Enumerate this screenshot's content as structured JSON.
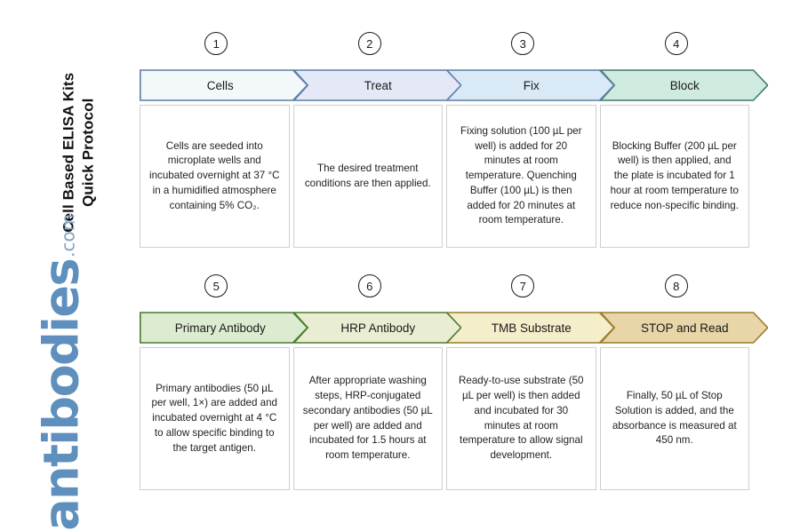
{
  "title": {
    "line1": "Cell Based ELISA Kits",
    "line2": "Quick Protocol"
  },
  "logo": {
    "brand": "antibodies",
    "tld": ".com",
    "color": "#5e8fbd"
  },
  "rows": [
    {
      "id": "row1",
      "steps": [
        {
          "number": "1",
          "label": "Cells",
          "body": "Cells are seeded into microplate wells and incubated overnight at 37 °C in a humidified atmosphere containing 5% CO₂.",
          "fill": "#f3f8fb",
          "stroke": "#5b7fa6"
        },
        {
          "number": "2",
          "label": "Treat",
          "body": "The desired treatment conditions are then applied.",
          "fill": "#e4e8f7",
          "stroke": "#5b7fa6"
        },
        {
          "number": "3",
          "label": "Fix",
          "body": "Fixing solution (100 µL per well) is added for 20 minutes at room temperature. Quenching Buffer (100 µL) is then added for 20 minutes at room temperature.",
          "fill": "#d9eaf6",
          "stroke": "#5b7fa6"
        },
        {
          "number": "4",
          "label": "Block",
          "body": "Blocking Buffer (200 µL per well) is then applied, and the plate is incubated for 1 hour at room temperature to reduce non-specific binding.",
          "fill": "#cfeade",
          "stroke": "#3d7a6c"
        }
      ]
    },
    {
      "id": "row2",
      "steps": [
        {
          "number": "5",
          "label": "Primary Antibody",
          "body": "Primary antibodies (50 µL per well, 1×) are added and incubated overnight at 4 °C to allow specific binding to the target antigen.",
          "fill": "#dcecd0",
          "stroke": "#4a7c2f"
        },
        {
          "number": "6",
          "label": "HRP Antibody",
          "body": "After appropriate washing steps, HRP-conjugated secondary antibodies (50 µL per well) are added and incubated for 1.5 hours at room temperature.",
          "fill": "#e9eed2",
          "stroke": "#4a7c2f"
        },
        {
          "number": "7",
          "label": "TMB Substrate",
          "body": "Ready-to-use substrate (50 µL per well) is then added and incubated for 30 minutes at room temperature to allow signal development.",
          "fill": "#f5eecb",
          "stroke": "#9a7c2e"
        },
        {
          "number": "8",
          "label": "STOP and Read",
          "body": "Finally, 50 µL of Stop Solution is added, and the absorbance is measured at 450 nm.",
          "fill": "#e8d5a8",
          "stroke": "#9a7c2e"
        }
      ]
    }
  ]
}
